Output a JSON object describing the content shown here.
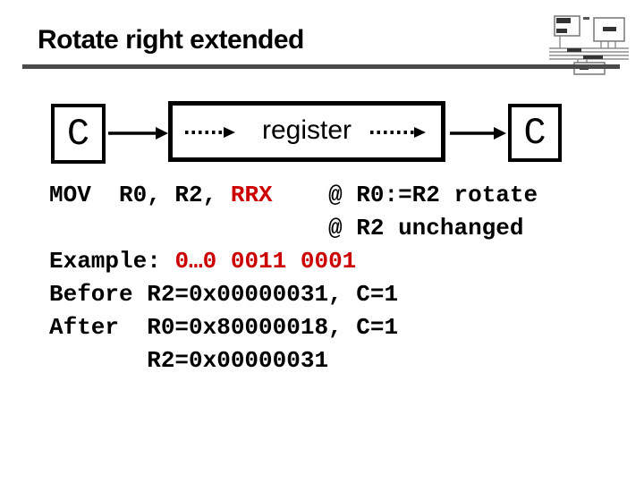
{
  "title": "Rotate right extended",
  "colors": {
    "text": "#000000",
    "highlight_red": "#cc0000",
    "divider_gray": "#4a4a4a"
  },
  "diagram": {
    "carry_in_label": "C",
    "register_label": "register",
    "carry_out_label": "C"
  },
  "code": {
    "lines": [
      {
        "segments": [
          {
            "text": "MOV  R0, R2, "
          },
          {
            "text": "RRX",
            "red": true
          },
          {
            "text": "    @ R0:=R2 rotate"
          }
        ]
      },
      {
        "segments": [
          {
            "text": "                    @ R2 unchanged"
          }
        ]
      },
      {
        "segments": [
          {
            "text": "Example: "
          },
          {
            "text": "0…0 0011 0001",
            "red": true
          }
        ]
      },
      {
        "segments": [
          {
            "text": "Before R2=0x00000031, C=1"
          }
        ]
      },
      {
        "segments": [
          {
            "text": "After  R0=0x80000018, C=1"
          }
        ]
      },
      {
        "segments": [
          {
            "text": "       R2=0x00000031"
          }
        ]
      }
    ]
  },
  "logo": {
    "name": "processor-datapath-logo"
  }
}
